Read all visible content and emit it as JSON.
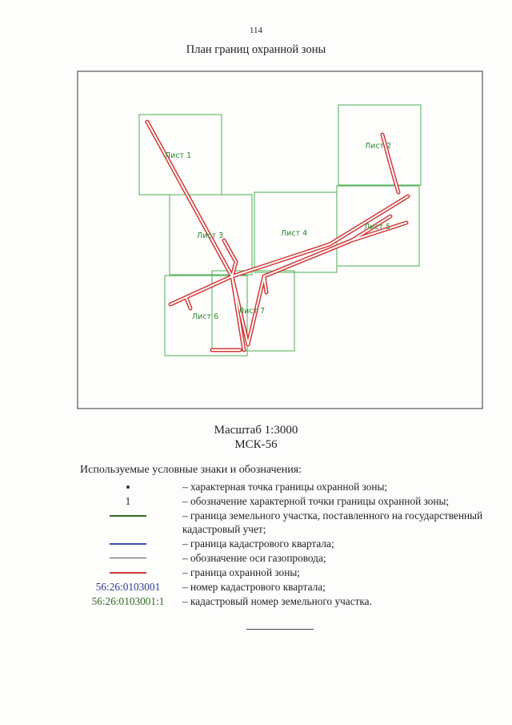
{
  "page_number": "114",
  "title": "План границ охранной зоны",
  "scale": "Масштаб 1:3000",
  "crs": "МСК-56",
  "legend_heading": "Используемые условные знаки и обозначения:",
  "sheets": [
    "Лист 1",
    "Лист 2",
    "Лист 3",
    "Лист 4",
    "Лист 5",
    "Лист 6",
    "Лист 7"
  ],
  "colors": {
    "sheet_frame": "#4caf50",
    "zone_boundary": "#d23a3a",
    "parcel_boundary": "#2e6b1f",
    "quarter_boundary": "#3a4fb0",
    "pipeline_axis": "#555555",
    "quarter_number_text": "#2b3a8c",
    "parcel_number_text": "#2e6b1f"
  },
  "legend": [
    {
      "symbol_type": "dot",
      "symbol": "",
      "description": "– характерная точка границы охранной зоны;"
    },
    {
      "symbol_type": "text",
      "symbol": "1",
      "description": "– обозначение характерной точки границы охранной зоны;"
    },
    {
      "symbol_type": "line",
      "symbol": "",
      "description": "– граница земельного участка, поставленного на государственный кадастровый учет;"
    },
    {
      "symbol_type": "line",
      "symbol": "",
      "description": "– граница кадастрового квартала;"
    },
    {
      "symbol_type": "line",
      "symbol": "",
      "description": "– обозначение оси газопровода;"
    },
    {
      "symbol_type": "line",
      "symbol": "",
      "description": "– граница охранной зоны;"
    },
    {
      "symbol_type": "text",
      "symbol": "56:26:0103001",
      "description": "– номер кадастрового квартала;"
    },
    {
      "symbol_type": "text",
      "symbol": "56:26:0103001:1",
      "description": "– кадастровый номер земельного участка."
    }
  ]
}
